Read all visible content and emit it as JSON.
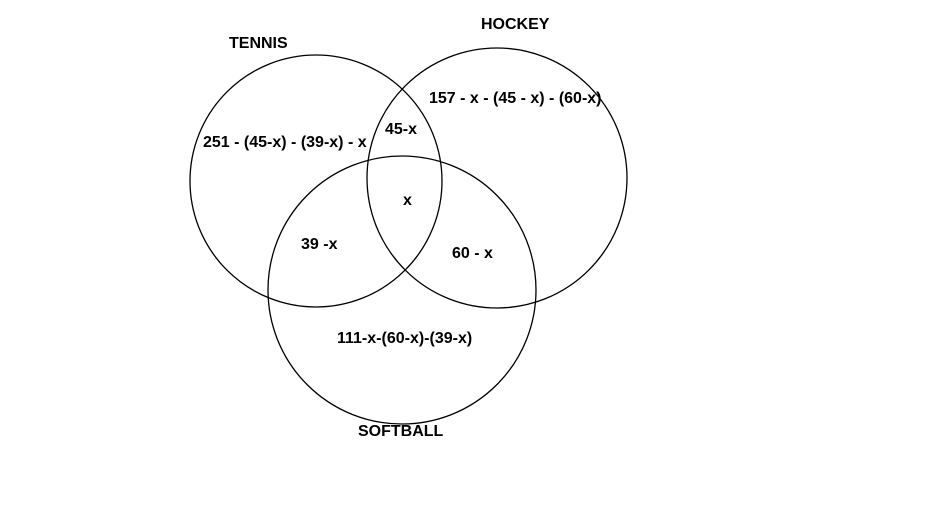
{
  "sets": [
    {
      "name": "TENNIS"
    },
    {
      "name": "HOCKEY"
    },
    {
      "name": "SOFTBALL"
    }
  ],
  "regions": {
    "tennis_only": "251 - (45-x) - (39-x) - x",
    "hockey_only": "157 - x - (45 - x) - (60-x)",
    "softball_only": "111-x-(60-x)-(39-x)",
    "tennis_hockey": "45-x",
    "tennis_softball": "39 -x",
    "hockey_softball": "60 - x",
    "all_three": "x"
  },
  "colors": {
    "stroke": "#000000",
    "background": "#ffffff"
  }
}
